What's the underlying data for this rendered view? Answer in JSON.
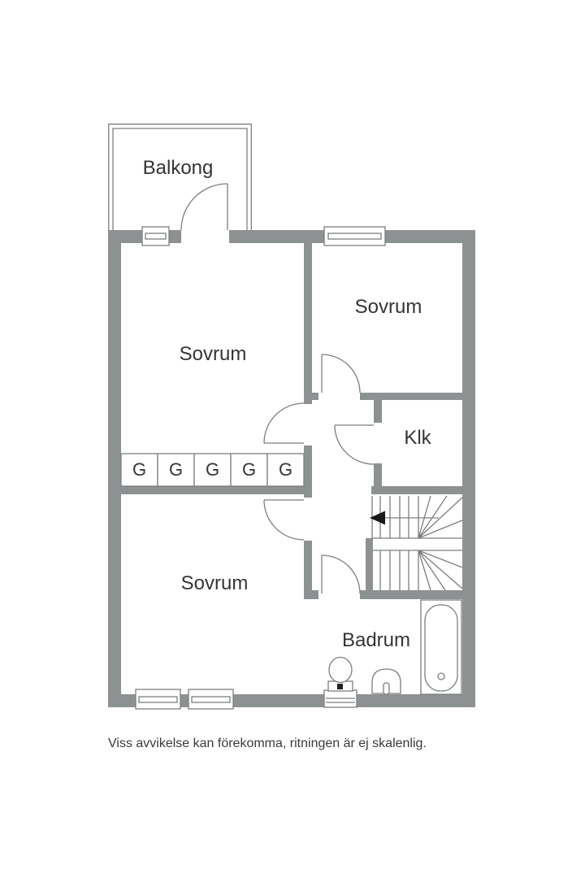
{
  "floorplan": {
    "rooms": {
      "balcony": "Balkong",
      "bedroom_top_left": "Sovrum",
      "bedroom_top_right": "Sovrum",
      "closet": "Klk",
      "bedroom_bottom_left": "Sovrum",
      "bathroom": "Badrum"
    },
    "wardrobes": {
      "units": [
        {
          "label": "G"
        },
        {
          "label": "G"
        },
        {
          "label": "G"
        },
        {
          "label": "G"
        },
        {
          "label": "G"
        }
      ]
    },
    "stairs": {
      "direction_arrow": "left"
    },
    "disclaimer": "Viss avvikelse kan förekomma, ritningen är ej skalenlig.",
    "colors": {
      "wall": "#8E9192",
      "line": "#7B7E80",
      "text": "#333536",
      "arrow": "#1A1A1A",
      "bg": "#FFFFFF"
    }
  }
}
